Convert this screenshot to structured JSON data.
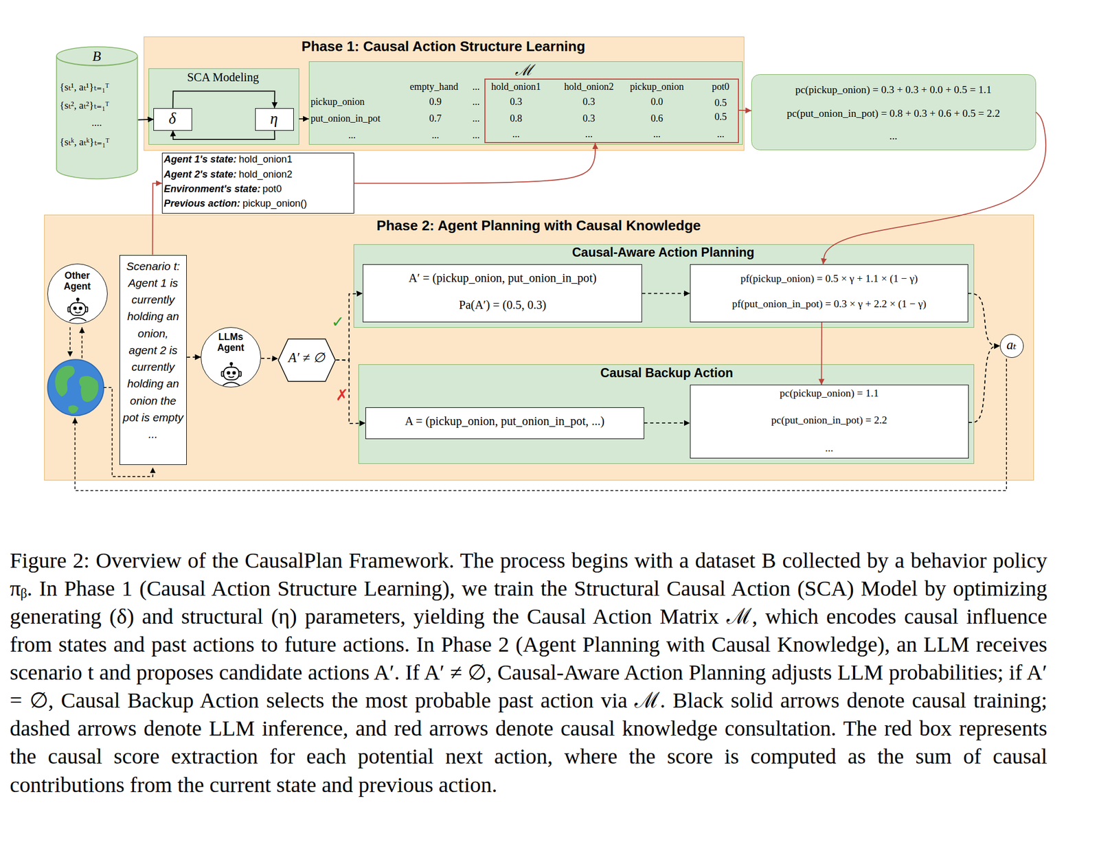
{
  "diagram": {
    "caption": "Figure 2: Overview of the CausalPlan Framework. The process begins with a dataset B collected by a behavior policy πᵦ. In Phase 1 (Causal Action Structure Learning), we train the Structural Causal Action (SCA) Model by optimizing generating (δ) and structural (η) parameters, yielding the Causal Action Matrix ℳ, which encodes causal influence from states and past actions to future actions. In Phase 2 (Agent Planning with Causal Knowledge), an LLM receives scenario t and proposes candidate actions A′. If A′ ≠ ∅, Causal-Aware Action Planning adjusts LLM probabilities; if A′ = ∅, Causal Backup Action selects the most probable past action via ℳ. Black solid arrows denote causal training; dashed arrows denote LLM inference, and red arrows denote causal knowledge consultation. The red box represents the causal score extraction for each potential next action, where the score is computed as the sum of causal contributions from the current state and previous action.",
    "nodes": [
      {
        "text": [
          "B",
          "{sₜ¹, aₜ¹}ₜ₌₁ᵀ",
          "{sₜ², aₜ²}ₜ₌₁ᵀ",
          "....",
          "{sₜᵏ, aₜᵏ}ₜ₌₁ᵀ"
        ]
      },
      {
        "text": [
          "Phase 1: Causal Action Structure Learning"
        ]
      },
      {
        "text": [
          "SCA Modeling"
        ],
        "in": 1
      },
      {
        "text": [
          "δ"
        ],
        "in": 2
      },
      {
        "text": [
          "η"
        ],
        "in": 2
      },
      {
        "text": [
          "ℳ",
          "empty_hand",
          "...",
          "pickup_onion",
          "put_onion_in_pot",
          "...",
          "0.9",
          "...",
          "0.7",
          "...",
          "...",
          "..."
        ],
        "in": 1
      },
      {
        "text": [
          "hold_onion1",
          "hold_onion2",
          "pickup_onion",
          "pot0",
          "0.3",
          "0.3",
          "0.0",
          "0.5",
          "0.8",
          "0.3",
          "0.6",
          "0.5",
          "...",
          "...",
          "...",
          "..."
        ],
        "in": 5
      },
      {
        "text": [
          "pc(pickup_onion) = 0.3 + 0.3 + 0.0 + 0.5 = 1.1",
          "pc(put_onion_in_pot) = 0.8 + 0.3 + 0.6 + 0.5 = 2.2",
          "..."
        ]
      },
      {
        "text": [
          "Agent 1's state:",
          "hold_onion1",
          "Agent 2's state:",
          "hold_onion2",
          "Environment's state:",
          "pot0",
          "Previous action:",
          "pickup_onion()"
        ]
      },
      {
        "text": [
          "Phase 2: Agent Planning with Causal Knowledge"
        ]
      },
      {
        "text": [
          "Other Agent"
        ],
        "in": 9
      },
      {
        "text": [
          "Scenario t: Agent 1 is currently holding an onion, agent 2 is currently holding an onion the pot is empty ..."
        ],
        "in": 9
      },
      {
        "text": [
          "LLMs Agent"
        ],
        "in": 9
      },
      {
        "text": [
          "A′ ≠ ∅"
        ],
        "in": 9
      },
      {
        "text": [
          "Causal-Aware Action Planning"
        ],
        "in": 9
      },
      {
        "text": [
          "A′ = (pickup_onion, put_onion_in_pot)",
          "Pa(A′) = (0.5, 0.3)"
        ],
        "in": 14
      },
      {
        "text": [
          "pf(pickup_onion) = 0.5 × γ + 1.1 × (1 − γ)",
          "pf(put_onion_in_pot) = 0.3 × γ + 2.2 × (1 − γ)"
        ],
        "in": 14
      },
      {
        "text": [
          "Causal Backup Action"
        ],
        "in": 9
      },
      {
        "text": [
          "A = (pickup_onion, put_onion_in_pot, ...)"
        ],
        "in": 17
      },
      {
        "text": [
          "pc(pickup_onion) = 1.1",
          "pc(put_onion_in_pot) = 2.2",
          "..."
        ],
        "in": 17
      },
      {
        "text": [
          "aₜ"
        ],
        "in": 9
      }
    ],
    "edges": [
      {
        "from": 0,
        "to": 3,
        "arrow": "to"
      },
      {
        "from": 3,
        "to": 4,
        "arrow": "to"
      },
      {
        "from": 4,
        "to": 3,
        "arrow": "to"
      },
      {
        "from": 2,
        "to": 5,
        "arrow": "to"
      },
      {
        "from": 6,
        "to": 7,
        "arrow": "to"
      },
      {
        "from": 8,
        "to": 6,
        "arrow": "to"
      },
      {
        "from": 11,
        "to": 8,
        "arrow": "to"
      },
      {
        "from": 7,
        "to": 16,
        "arrow": "to"
      },
      {
        "from": 16,
        "to": 19,
        "arrow": "to"
      },
      {
        "from": 11,
        "to": 12,
        "arrow": "to"
      },
      {
        "from": 12,
        "to": 13,
        "arrow": "to"
      },
      {
        "from": 13,
        "to": 15,
        "arrow": "to"
      },
      {
        "from": 13,
        "to": 18,
        "arrow": "to"
      },
      {
        "from": 15,
        "to": 16,
        "arrow": "to"
      },
      {
        "from": 18,
        "to": 19,
        "arrow": "to"
      },
      {
        "from": 16,
        "to": 20,
        "arrow": "to"
      },
      {
        "from": 19,
        "to": 20,
        "arrow": "to"
      }
    ],
    "labels": [
      "✓",
      "✗"
    ]
  }
}
